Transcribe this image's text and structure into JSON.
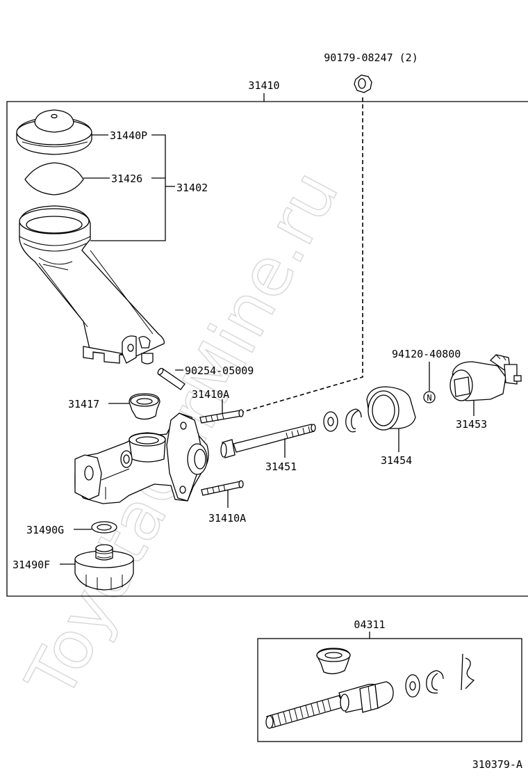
{
  "diagram": {
    "watermark": "ToyotaCarMine.ru",
    "figure_code": "310379-A",
    "assembly_label": "31410",
    "kit_label": "04311",
    "parts": {
      "cap": "31440P",
      "diaphragm": "31426",
      "reservoir_set": "31402",
      "pin": "90254-05009",
      "grommet": "31417",
      "stud_upper": "31410A",
      "stud_lower": "31410A",
      "bolt": "31451",
      "boot": "31454",
      "nut_top": "90179-08247 (2)",
      "nut_symbol": "N",
      "nut_right": "94120-40800",
      "switch": "31453",
      "gasket": "31490G",
      "union": "31490F"
    }
  }
}
